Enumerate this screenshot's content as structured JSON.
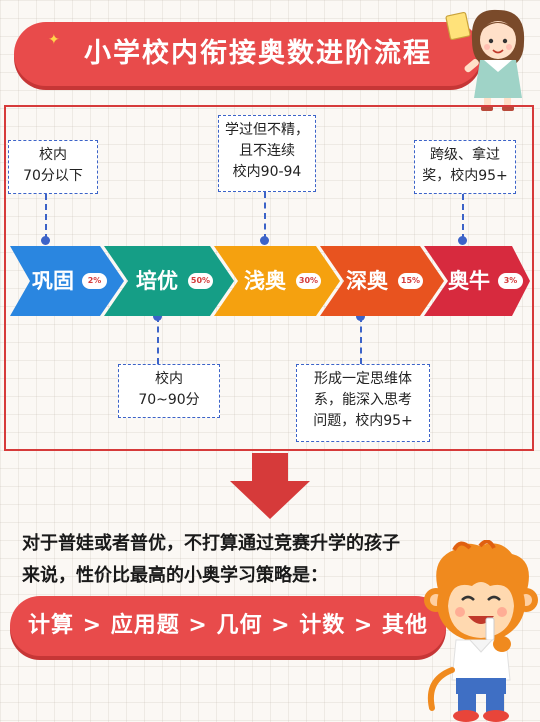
{
  "title": "小学校内衔接奥数进阶流程",
  "stages": [
    {
      "label": "巩固",
      "pct": "2%",
      "color": "#2a86e0"
    },
    {
      "label": "培优",
      "pct": "50%",
      "color": "#159e86"
    },
    {
      "label": "浅奥",
      "pct": "30%",
      "color": "#f5a10f"
    },
    {
      "label": "深奥",
      "pct": "15%",
      "color": "#e8531f"
    },
    {
      "label": "奥牛",
      "pct": "3%",
      "color": "#d72a3e"
    }
  ],
  "notes": {
    "gonggu": "校内\n70分以下",
    "peiyou": "校内\n70~90分",
    "qianao": "学过但不精，\n且不连续\n校内90-94",
    "shenao": "形成一定思维体\n系，能深入思考\n问题，校内95+",
    "aoniu": "跨级、拿过\n奖，校内95+"
  },
  "description": {
    "line1": "对于普娃或者普优，不打算通过竞赛升学的孩子",
    "line2": "来说，性价比最高的小奥学习策略是："
  },
  "strategy": "计算 > 应用题 > 几何 > 计数 > 其他"
}
